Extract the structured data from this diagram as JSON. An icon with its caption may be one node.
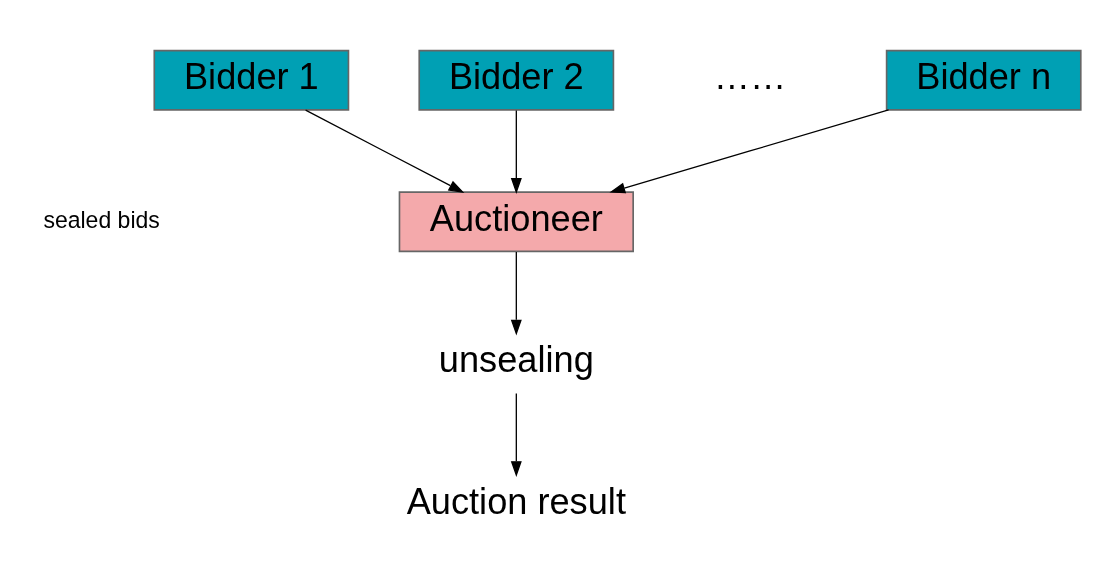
{
  "diagram": {
    "nodes": [
      {
        "text": [
          "Bidder 1"
        ]
      },
      {
        "text": [
          "Bidder 2"
        ]
      },
      {
        "text": [
          "Bidder n"
        ]
      },
      {
        "text": [
          "Auctioneer"
        ]
      },
      {
        "text": [
          "unsealing"
        ]
      },
      {
        "text": [
          "Auction result"
        ]
      }
    ],
    "edges": [
      {
        "from": 0,
        "to": 3,
        "arrow": "to"
      },
      {
        "from": 1,
        "to": 3,
        "arrow": "to"
      },
      {
        "from": 2,
        "to": 3,
        "arrow": "to"
      },
      {
        "from": 3,
        "to": 4,
        "arrow": "to"
      },
      {
        "from": 4,
        "to": 5,
        "arrow": "to"
      }
    ],
    "labels": [
      "……",
      "sealed bids"
    ]
  }
}
